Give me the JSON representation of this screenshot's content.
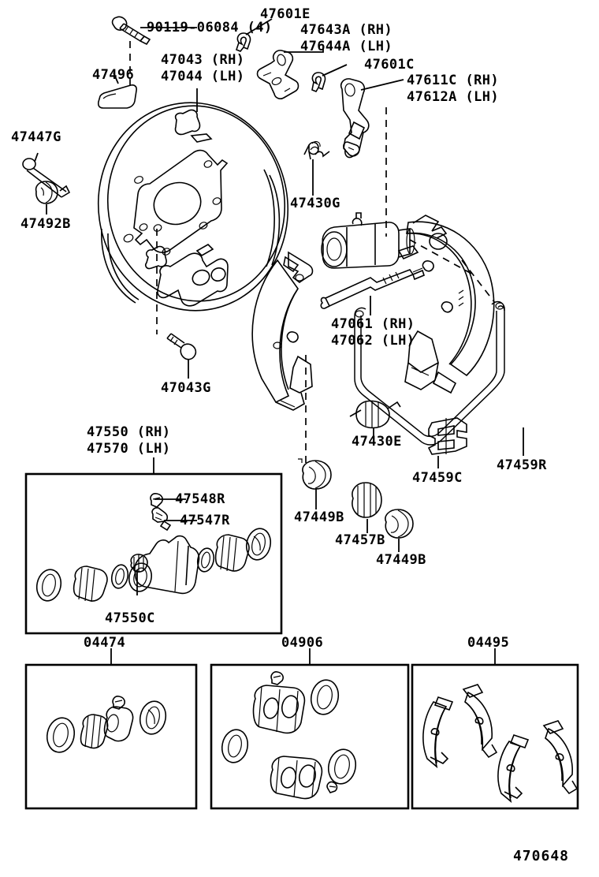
{
  "diagram": {
    "title": "Rear Drum Brake Assembly Exploded View",
    "figure_number": "470648",
    "line_color": "#000000",
    "background_color": "#ffffff"
  },
  "labels": [
    {
      "id": "90119-06084",
      "text": "90119-06084 (4)",
      "name": "bolt-callout"
    },
    {
      "id": "47601E",
      "text": "47601E",
      "name": "clip-callout"
    },
    {
      "id": "47643A",
      "text": "47643A (RH)\n47644A (LH)",
      "name": "strut-lever-callout"
    },
    {
      "id": "47601C",
      "text": "47601C",
      "name": "c-clip-callout"
    },
    {
      "id": "47611C",
      "text": "47611C (RH)\n47612A (LH)",
      "name": "parking-brake-lever-callout"
    },
    {
      "id": "47496",
      "text": "47496",
      "name": "plug-callout"
    },
    {
      "id": "47043",
      "text": "47043 (RH)\n47044 (LH)",
      "name": "backing-plate-callout"
    },
    {
      "id": "47447G",
      "text": "47447G",
      "name": "anchor-pin-callout"
    },
    {
      "id": "47492B",
      "text": "47492B",
      "name": "bushing-callout"
    },
    {
      "id": "47430G",
      "text": "47430G",
      "name": "return-spring-upper-callout"
    },
    {
      "id": "47061",
      "text": "47061 (RH)\n47062 (LH)",
      "name": "adjuster-strut-callout"
    },
    {
      "id": "47043G",
      "text": "47043G",
      "name": "plate-bolt-callout"
    },
    {
      "id": "47430E",
      "text": "47430E",
      "name": "return-spring-lower-callout"
    },
    {
      "id": "47459C",
      "text": "47459C",
      "name": "shoe-hold-clip-callout"
    },
    {
      "id": "47459R",
      "text": "47459R",
      "name": "shoe-return-wire-callout"
    },
    {
      "id": "47550",
      "text": "47550 (RH)\n47570 (LH)",
      "name": "wheel-cylinder-callout"
    },
    {
      "id": "47548R",
      "text": "47548R",
      "name": "bleeder-cap-callout"
    },
    {
      "id": "47547R",
      "text": "47547R",
      "name": "bleeder-screw-callout"
    },
    {
      "id": "47550C",
      "text": "47550C",
      "name": "cylinder-spring-callout"
    },
    {
      "id": "47449B-1",
      "text": "47449B",
      "name": "cup-callout-upper"
    },
    {
      "id": "47457B",
      "text": "47457B",
      "name": "piston-spring-callout"
    },
    {
      "id": "47449B-2",
      "text": "47449B",
      "name": "cup-callout-lower"
    },
    {
      "id": "04474",
      "text": "04474",
      "name": "kit-04474-callout"
    },
    {
      "id": "04906",
      "text": "04906",
      "name": "kit-04906-callout"
    },
    {
      "id": "04495",
      "text": "04495",
      "name": "kit-04495-callout"
    }
  ],
  "kit_boxes": [
    {
      "label": "04474",
      "contents": "wheel cylinder repair kit",
      "name": "kit-box-04474"
    },
    {
      "label": "04906",
      "contents": "cylinder cup kit (2 sets)",
      "name": "kit-box-04906"
    },
    {
      "label": "04495",
      "contents": "brake shoe set (4 shoes)",
      "name": "kit-box-04495"
    }
  ],
  "detail_box": {
    "label": "47550 (RH) / 47570 (LH)",
    "name": "wheel-cylinder-detail-box"
  }
}
